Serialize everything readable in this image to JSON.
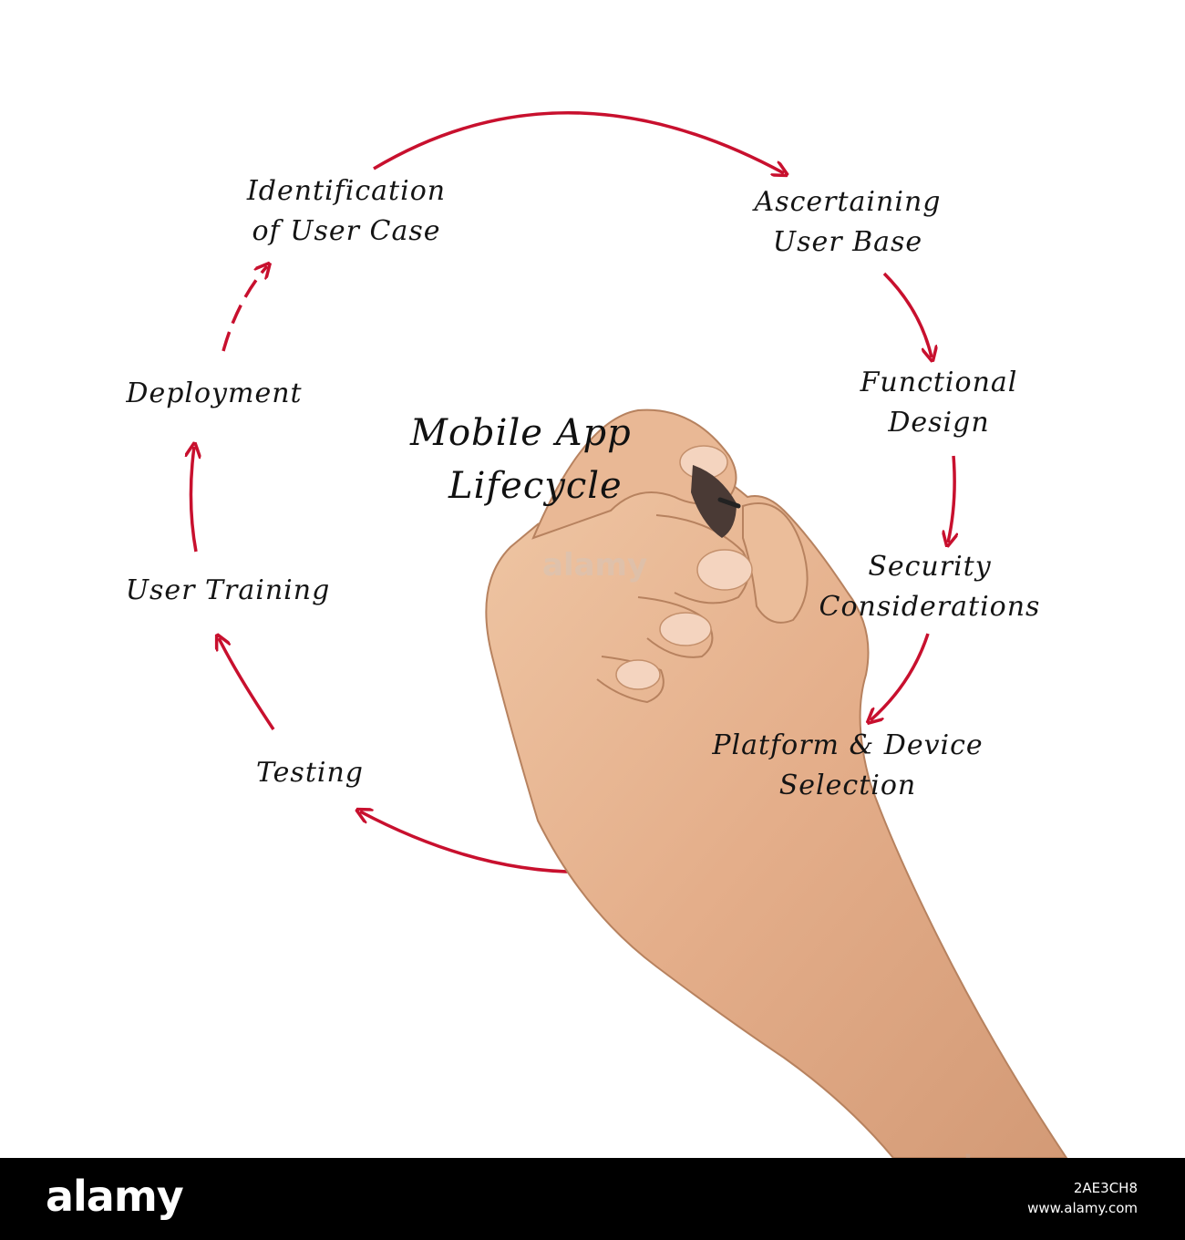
{
  "diagram": {
    "title_lines": [
      "Mobile App",
      "Lifecycle"
    ],
    "steps": [
      {
        "lines": [
          "Identification",
          "of User Case"
        ]
      },
      {
        "lines": [
          "Ascertaining",
          "User Base"
        ]
      },
      {
        "lines": [
          "Functional",
          "Design"
        ]
      },
      {
        "lines": [
          "Security",
          "Considerations"
        ]
      },
      {
        "lines": [
          "Platform & Device",
          "Selection"
        ]
      },
      {
        "lines": [
          "Testing"
        ]
      },
      {
        "lines": [
          "User Training"
        ]
      },
      {
        "lines": [
          "Deployment"
        ]
      }
    ],
    "arrow_color": "#c8102e",
    "skin_color": "#e6b592"
  },
  "watermark": {
    "text": "alamy",
    "image_id": "2AE3CH8",
    "url": "www.alamy.com"
  }
}
